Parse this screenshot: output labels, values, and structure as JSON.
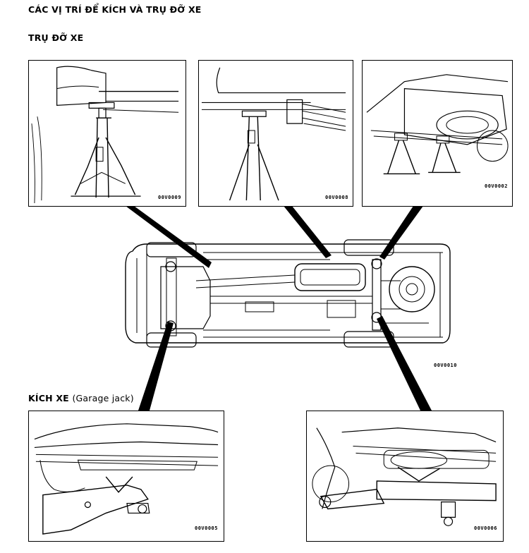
{
  "page": {
    "title": "CÁC VỊ TRÍ ĐỂ KÍCH VÀ TRỤ ĐỠ XE",
    "stands_heading": "TRỤ  ĐỠ  XE",
    "jack_heading": "KÍCH XE",
    "jack_heading_note": "(Garage jack)"
  },
  "figures": {
    "stand_left_code": "00V0009",
    "stand_middle_code": "00V0008",
    "stand_right_code": "00V0002",
    "underbody_code": "00V0010",
    "jack_left_code": "00V0005",
    "jack_right_code": "00V0006"
  }
}
